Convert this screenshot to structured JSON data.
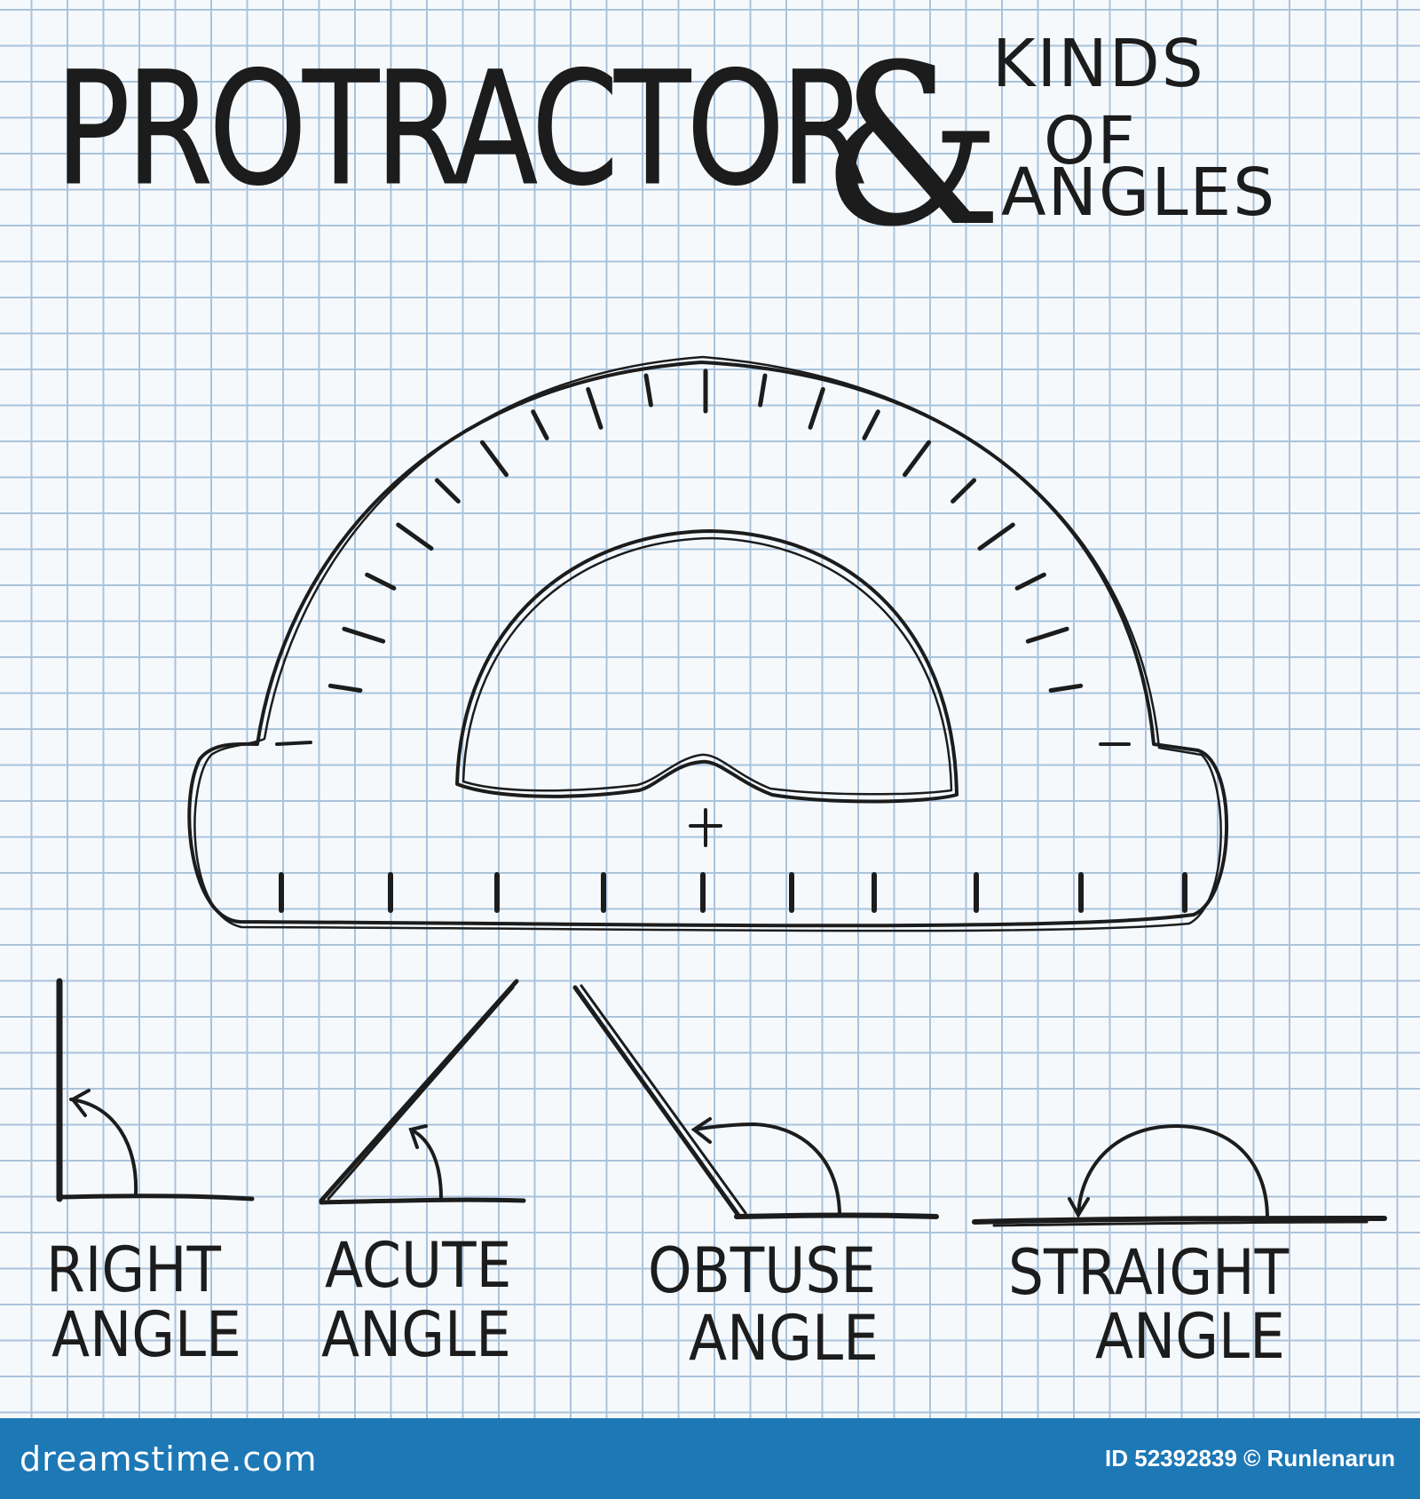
{
  "title": {
    "main": "PROTRACTOR",
    "ampersand": "&",
    "side_line1": "KINDS",
    "side_line2": "OF",
    "side_line3": "ANGLES"
  },
  "angles": [
    {
      "kind": "right",
      "label_line1": "RIGHT",
      "label_line2": "ANGLE",
      "degrees": 90
    },
    {
      "kind": "acute",
      "label_line1": "ACUTE",
      "label_line2": "ANGLE",
      "degrees": 45
    },
    {
      "kind": "obtuse",
      "label_line1": "OBTUSE",
      "label_line2": "ANGLE",
      "degrees": 130
    },
    {
      "kind": "straight",
      "label_line1": "STRAIGHT",
      "label_line2": "ANGLE",
      "degrees": 180
    }
  ],
  "colors": {
    "ink": "#1c1c1c",
    "grid": "#a9c3dc",
    "paper": "#f6f9fc",
    "footer": "#1d78b6"
  },
  "footer": {
    "logo": "dreamstime.com",
    "id_text": "ID 52392839 © Runlenarun"
  }
}
